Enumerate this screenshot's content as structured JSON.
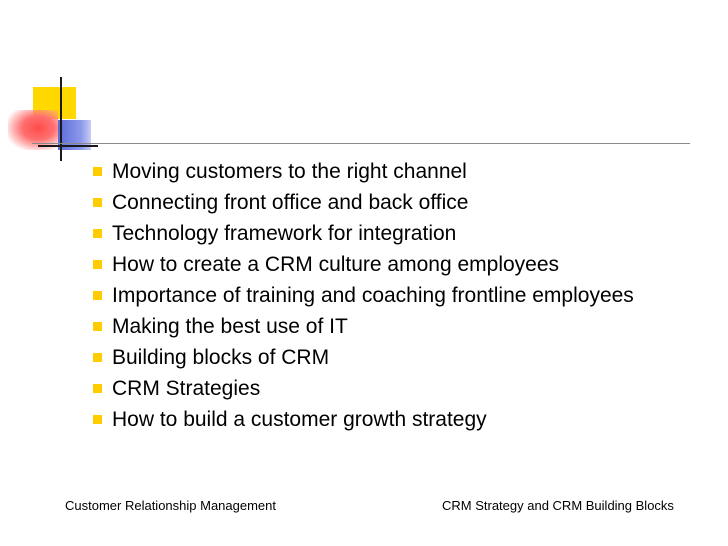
{
  "slide": {
    "bullets": [
      "Moving customers to the right channel",
      "Connecting front office and back office",
      "Technology framework for integration",
      "How to create a CRM culture among employees",
      "Importance of training and coaching frontline employees",
      "Making the best use of IT",
      "Building blocks of CRM",
      "CRM Strategies",
      "How to build a customer growth strategy"
    ],
    "bullet_icon": "yellow-square-bullet-icon",
    "bullet_color": "#ffcc00"
  },
  "footer": {
    "left": "Customer Relationship Management",
    "right": "CRM Strategy and CRM Building Blocks"
  },
  "colors": {
    "decor_yellow": "#ffd800",
    "decor_red": "#ff4a4a",
    "decor_blue": "#5a6bd8"
  }
}
